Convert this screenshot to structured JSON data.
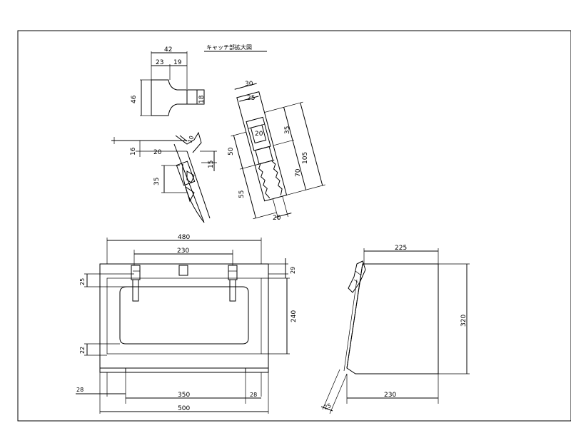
{
  "title": "キャッチ部拡大図",
  "detail_catch": {
    "d42": "42",
    "d23": "23",
    "d19": "19",
    "d46": "46",
    "d18": "18"
  },
  "detail_side": {
    "d16": "16",
    "d20": "20",
    "d10": "10",
    "d15": "15",
    "d35": "35"
  },
  "detail_front": {
    "d30": "30",
    "d25": "25",
    "d20top": "20",
    "d35": "35",
    "d50": "50",
    "d105": "105",
    "d70": "70",
    "d55": "55",
    "d20bot": "20"
  },
  "front_view": {
    "d480": "480",
    "d230": "230",
    "d29": "29",
    "d25": "25",
    "d240": "240",
    "d22": "22",
    "d28l": "28",
    "d350": "350",
    "d28r": "28",
    "d500": "500"
  },
  "side_view": {
    "d225": "225",
    "d320": "320",
    "d230": "230",
    "d25": "25"
  }
}
